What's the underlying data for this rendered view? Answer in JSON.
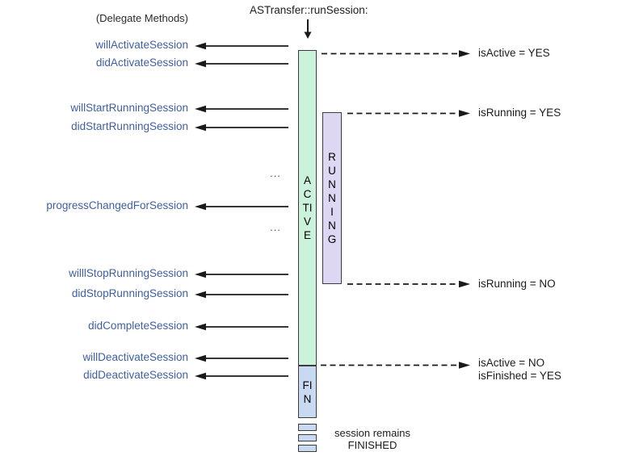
{
  "title": "ASTransfer::runSession:",
  "delegate_header": "(Delegate Methods)",
  "delegate_methods": [
    "willActivateSession",
    "didActivateSession",
    "willStartRunningSession",
    "didStartRunningSession",
    "progressChangedForSession",
    "willlStopRunningSession",
    "didStopRunningSession",
    "didCompleteSession",
    "willDeactivateSession",
    "didDeactivateSession"
  ],
  "ellipsis": "...",
  "lifeline_bars": {
    "active": "ACTIVE",
    "running": "RUNNING",
    "finished": "FIN"
  },
  "state_annotations": [
    "isActive = YES",
    "isRunning = YES",
    "isRunning = NO",
    "isActive = NO",
    "isFinished = YES"
  ],
  "footer_note": {
    "line1": "session remains",
    "line2": "FINISHED"
  },
  "colors": {
    "active_fill": "#cbf2da",
    "running_fill": "#ded7f3",
    "finished_fill": "#c8d9f2",
    "method_label_blue": "#3f5fa2",
    "line_black": "#1a1a1a"
  }
}
